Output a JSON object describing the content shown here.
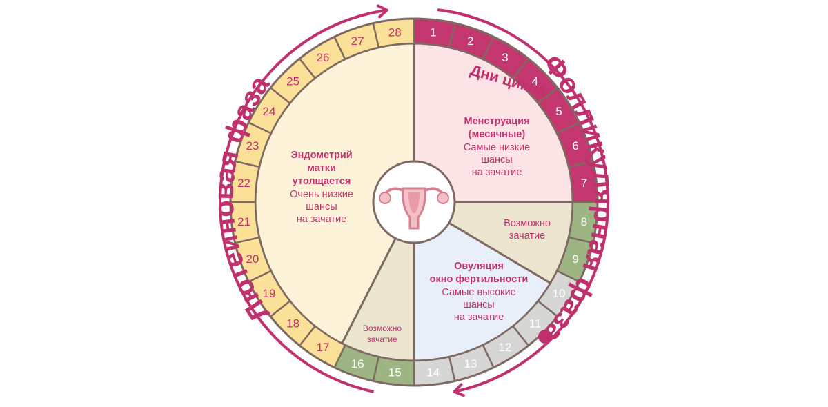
{
  "phases": {
    "luteal": "Лютеиновая фаза",
    "follicular": "Фолликулярная фаза"
  },
  "cycle_title": "Дни цикла",
  "days": [
    {
      "n": "1",
      "kind": "menstrual"
    },
    {
      "n": "2",
      "kind": "menstrual"
    },
    {
      "n": "3",
      "kind": "menstrual"
    },
    {
      "n": "4",
      "kind": "menstrual"
    },
    {
      "n": "5",
      "kind": "menstrual"
    },
    {
      "n": "6",
      "kind": "menstrual"
    },
    {
      "n": "7",
      "kind": "menstrual"
    },
    {
      "n": "8",
      "kind": "possible"
    },
    {
      "n": "9",
      "kind": "possible"
    },
    {
      "n": "10",
      "kind": "fertile"
    },
    {
      "n": "11",
      "kind": "fertile"
    },
    {
      "n": "12",
      "kind": "fertile"
    },
    {
      "n": "13",
      "kind": "fertile"
    },
    {
      "n": "14",
      "kind": "fertile"
    },
    {
      "n": "15",
      "kind": "possible"
    },
    {
      "n": "16",
      "kind": "possible"
    },
    {
      "n": "17",
      "kind": "luteal"
    },
    {
      "n": "18",
      "kind": "luteal"
    },
    {
      "n": "19",
      "kind": "luteal"
    },
    {
      "n": "20",
      "kind": "luteal"
    },
    {
      "n": "21",
      "kind": "luteal"
    },
    {
      "n": "22",
      "kind": "luteal"
    },
    {
      "n": "23",
      "kind": "luteal"
    },
    {
      "n": "24",
      "kind": "luteal"
    },
    {
      "n": "25",
      "kind": "luteal"
    },
    {
      "n": "26",
      "kind": "luteal"
    },
    {
      "n": "27",
      "kind": "luteal"
    },
    {
      "n": "28",
      "kind": "luteal"
    }
  ],
  "sectors": {
    "menstruation": {
      "title1": "Менструация",
      "title2": "(месячные)",
      "line1": "Самые низкие",
      "line2": "шансы",
      "line3": "на зачатие"
    },
    "possible_right": {
      "line1": "Возможно",
      "line2": "зачатие"
    },
    "ovulation": {
      "title1": "Овуляция",
      "title2": "окно фертильности",
      "line1": "Самые высокие",
      "line2": "шансы",
      "line3": "на зачатие"
    },
    "possible_left": {
      "line1": "Возможно",
      "line2": "зачатие"
    },
    "endometrium": {
      "title1": "Эндометрий",
      "title2": "матки",
      "title3": "утолщается",
      "line1": "Очень низкие",
      "line2": "шансы",
      "line3": "на зачатие"
    }
  },
  "colors": {
    "menstrual_ring": "#c4376e",
    "possible_ring": "#9db483",
    "fertile_ring": "#d6d6d4",
    "luteal_ring": "#fbe098",
    "menstrual_sector": "#fce4e6",
    "possible_sector": "#ece5cf",
    "fertile_sector": "#e9eff8",
    "luteal_sector": "#fdf3d9",
    "stroke": "#7e6a62",
    "accent": "#c0306c",
    "text_pink": "#c0306c",
    "grey_text": "#ffffff"
  },
  "icons": {
    "center": "uterus-icon",
    "ovulation_marker": "dot-icon"
  }
}
